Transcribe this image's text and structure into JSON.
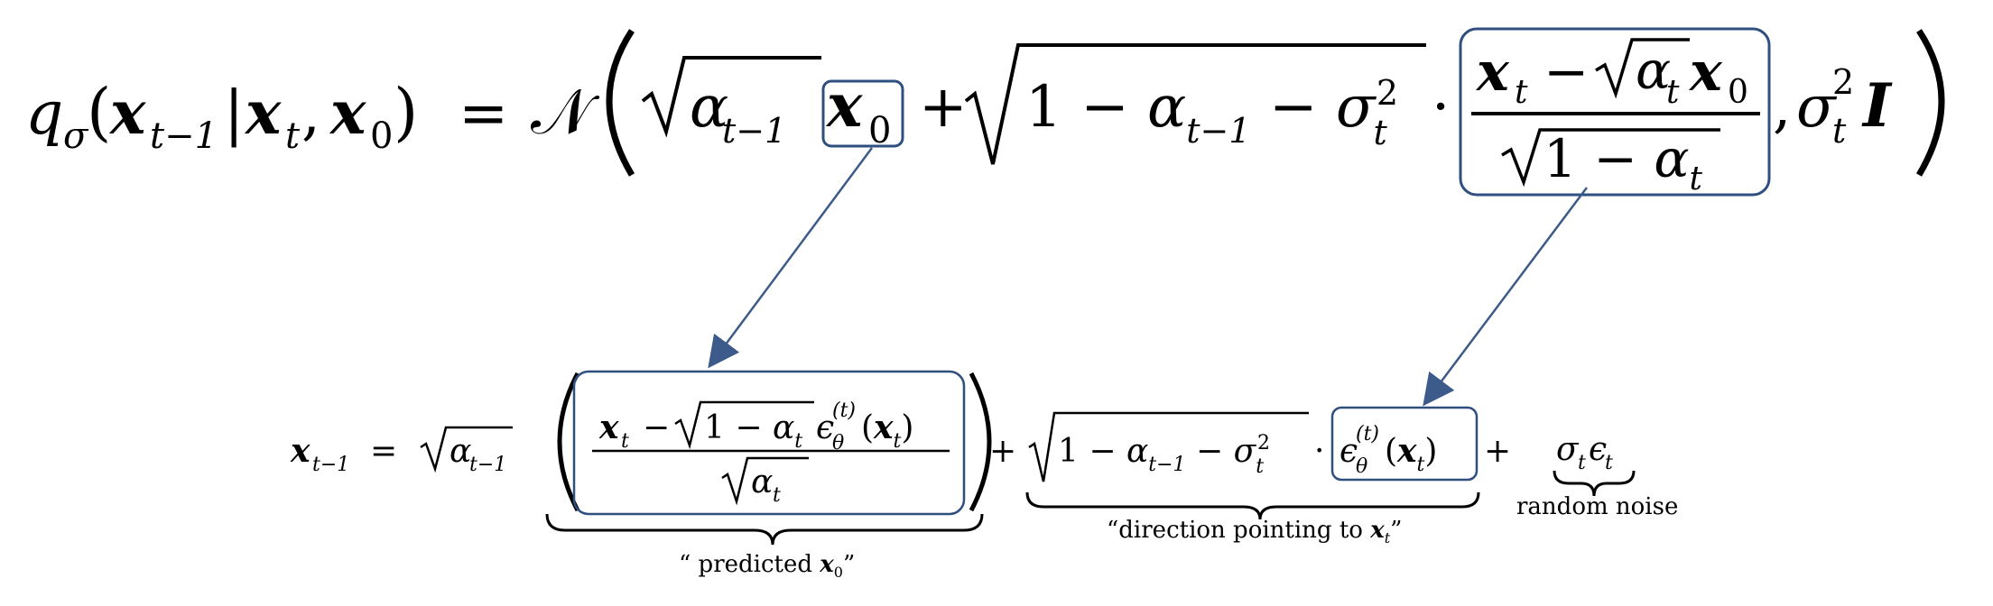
{
  "colors": {
    "box": "#2f4f7f",
    "arrow": "#3c5a8a",
    "text": "#000000"
  },
  "top_equation": {
    "q": "q",
    "sigma_sub": "σ",
    "open_paren": "(",
    "x_tm1": "x",
    "t_minus_1": "t−1",
    "bar": "|",
    "x_t": "x",
    "t": "t",
    "comma": ",",
    "x_0": "x",
    "zero": "0",
    "close_paren": ")",
    "equals": "=",
    "normal": "𝒩",
    "alpha": "α",
    "plus": "+",
    "one_minus": "1 − ",
    "minus": " − ",
    "sigma": "σ",
    "two": "2",
    "cdot": "·",
    "I": "I"
  },
  "bottom_equation": {
    "x_tm1": "x",
    "t_minus_1": "t−1",
    "equals": "=",
    "alpha": "α",
    "x_t": "x",
    "t": "t",
    "minus": "−",
    "one_minus": "1 − ",
    "epsilon": "ϵ",
    "theta": "θ",
    "t_paren": "(t)",
    "plus": "+",
    "sigma": "σ",
    "two": "2",
    "cdot": "·",
    "minus_sp": " − "
  },
  "labels": {
    "predicted_prefix": "“ predicted ",
    "predicted_sub": "0",
    "predicted_suffix": "”",
    "direction_prefix": "“direction pointing to ",
    "direction_sub": "t",
    "direction_suffix": "”",
    "x_letter": "x",
    "random_noise": "random noise"
  }
}
